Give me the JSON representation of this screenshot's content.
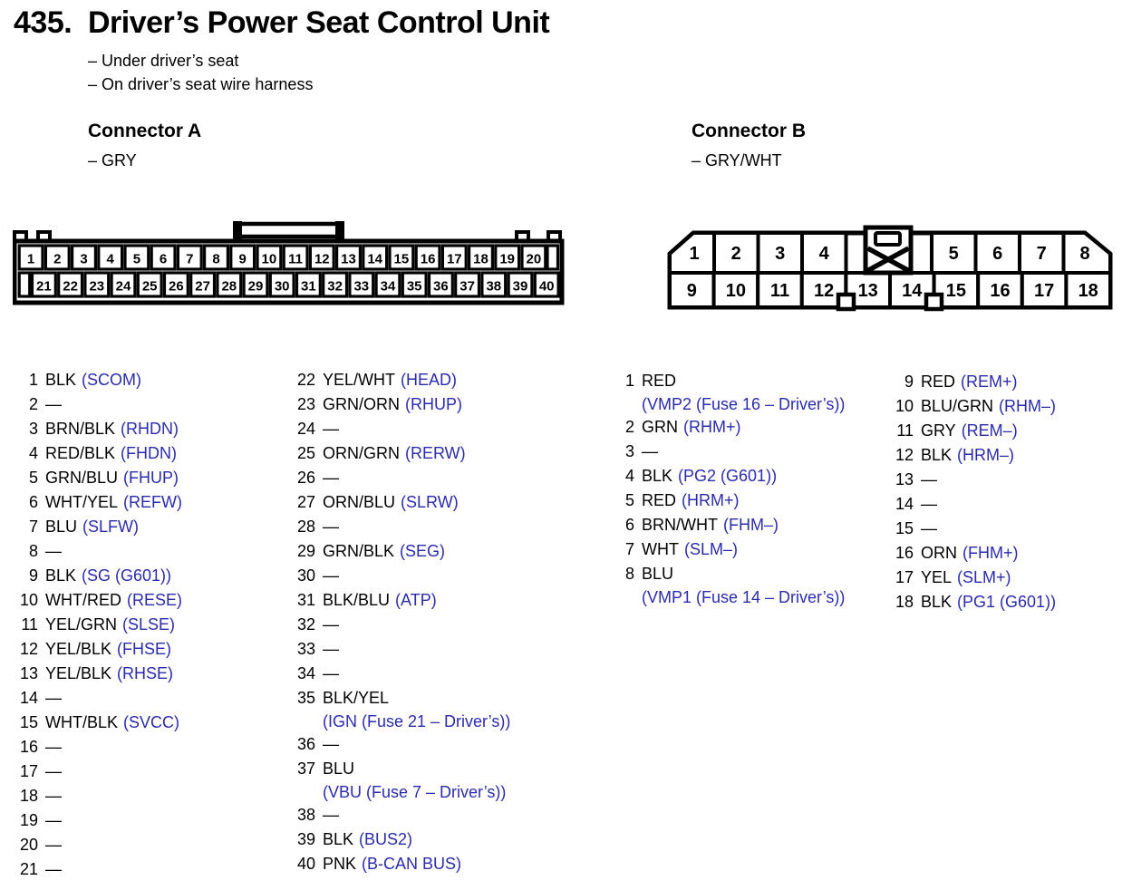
{
  "page": {
    "section_number": "435.",
    "title": "Driver’s Power Seat Control Unit",
    "locations": [
      "– Under driver’s seat",
      "– On driver’s seat wire harness"
    ]
  },
  "colors": {
    "signal_blue": "#2b2baf",
    "ink_black": "#000000",
    "paper_white": "#ffffff"
  },
  "connector_a": {
    "label": "Connector A",
    "color_note": "– GRY",
    "diagram": {
      "top_row_pins": [
        1,
        2,
        3,
        4,
        5,
        6,
        7,
        8,
        9,
        10,
        11,
        12,
        13,
        14,
        15,
        16,
        17,
        18,
        19,
        20
      ],
      "bottom_row_pins": [
        21,
        22,
        23,
        24,
        25,
        26,
        27,
        28,
        29,
        30,
        31,
        32,
        33,
        34,
        35,
        36,
        37,
        38,
        39,
        40
      ]
    },
    "pins": [
      {
        "pin": "1",
        "wire": "BLK",
        "signal": "(SCOM)"
      },
      {
        "pin": "2",
        "wire": "—"
      },
      {
        "pin": "3",
        "wire": "BRN/BLK",
        "signal": "(RHDN)"
      },
      {
        "pin": "4",
        "wire": "RED/BLK",
        "signal": "(FHDN)"
      },
      {
        "pin": "5",
        "wire": "GRN/BLU",
        "signal": "(FHUP)"
      },
      {
        "pin": "6",
        "wire": "WHT/YEL",
        "signal": "(REFW)"
      },
      {
        "pin": "7",
        "wire": "BLU",
        "signal": "(SLFW)"
      },
      {
        "pin": "8",
        "wire": "—"
      },
      {
        "pin": "9",
        "wire": "BLK",
        "signal": "(SG (G601))"
      },
      {
        "pin": "10",
        "wire": "WHT/RED",
        "signal": "(RESE)"
      },
      {
        "pin": "11",
        "wire": "YEL/GRN",
        "signal": "(SLSE)"
      },
      {
        "pin": "12",
        "wire": "YEL/BLK",
        "signal": "(FHSE)"
      },
      {
        "pin": "13",
        "wire": "YEL/BLK",
        "signal": "(RHSE)"
      },
      {
        "pin": "14",
        "wire": "—"
      },
      {
        "pin": "15",
        "wire": "WHT/BLK",
        "signal": "(SVCC)"
      },
      {
        "pin": "16",
        "wire": "—"
      },
      {
        "pin": "17",
        "wire": "—"
      },
      {
        "pin": "18",
        "wire": "—"
      },
      {
        "pin": "19",
        "wire": "—"
      },
      {
        "pin": "20",
        "wire": "—"
      },
      {
        "pin": "21",
        "wire": "—"
      },
      {
        "pin": "22",
        "wire": "YEL/WHT",
        "signal": "(HEAD)"
      },
      {
        "pin": "23",
        "wire": "GRN/ORN",
        "signal": "(RHUP)"
      },
      {
        "pin": "24",
        "wire": "—"
      },
      {
        "pin": "25",
        "wire": "ORN/GRN",
        "signal": "(RERW)"
      },
      {
        "pin": "26",
        "wire": "—"
      },
      {
        "pin": "27",
        "wire": "ORN/BLU",
        "signal": "(SLRW)"
      },
      {
        "pin": "28",
        "wire": "—"
      },
      {
        "pin": "29",
        "wire": "GRN/BLK",
        "signal": "(SEG)"
      },
      {
        "pin": "30",
        "wire": "—"
      },
      {
        "pin": "31",
        "wire": "BLK/BLU",
        "signal": "(ATP)"
      },
      {
        "pin": "32",
        "wire": "—"
      },
      {
        "pin": "33",
        "wire": "—"
      },
      {
        "pin": "34",
        "wire": "—"
      },
      {
        "pin": "35",
        "wire": "BLK/YEL",
        "signal": "(IGN (Fuse 21 – Driver’s))",
        "wrap": true
      },
      {
        "pin": "36",
        "wire": "—"
      },
      {
        "pin": "37",
        "wire": "BLU",
        "signal": "(VBU (Fuse 7 – Driver’s))",
        "wrap": true
      },
      {
        "pin": "38",
        "wire": "—"
      },
      {
        "pin": "39",
        "wire": "BLK",
        "signal": "(BUS2)"
      },
      {
        "pin": "40",
        "wire": "PNK",
        "signal": "(B-CAN BUS)"
      }
    ]
  },
  "connector_b": {
    "label": "Connector B",
    "color_note": "– GRY/WHT",
    "diagram": {
      "top_row_left_pins": [
        1,
        2,
        3,
        4
      ],
      "top_row_right_pins": [
        5,
        6,
        7,
        8
      ],
      "bottom_row_pins": [
        9,
        10,
        11,
        12,
        13,
        14,
        15,
        16,
        17,
        18
      ],
      "keyway": "blocked-cavity-x"
    },
    "pins": [
      {
        "pin": "1",
        "wire": "RED",
        "signal": "(VMP2 (Fuse 16 – Driver’s))",
        "wrap": true
      },
      {
        "pin": "2",
        "wire": "GRN",
        "signal": "(RHM+)"
      },
      {
        "pin": "3",
        "wire": "—"
      },
      {
        "pin": "4",
        "wire": "BLK",
        "signal": "(PG2 (G601))"
      },
      {
        "pin": "5",
        "wire": "RED",
        "signal": "(HRM+)"
      },
      {
        "pin": "6",
        "wire": "BRN/WHT",
        "signal": "(FHM–)"
      },
      {
        "pin": "7",
        "wire": "WHT",
        "signal": "(SLM–)"
      },
      {
        "pin": "8",
        "wire": "BLU",
        "signal": "(VMP1 (Fuse 14 – Driver’s))",
        "wrap": true
      },
      {
        "pin": "9",
        "wire": "RED",
        "signal": "(REM+)"
      },
      {
        "pin": "10",
        "wire": "BLU/GRN",
        "signal": "(RHM–)"
      },
      {
        "pin": "11",
        "wire": "GRY",
        "signal": "(REM–)"
      },
      {
        "pin": "12",
        "wire": "BLK",
        "signal": "(HRM–)"
      },
      {
        "pin": "13",
        "wire": "—"
      },
      {
        "pin": "14",
        "wire": "—"
      },
      {
        "pin": "15",
        "wire": "—"
      },
      {
        "pin": "16",
        "wire": "ORN",
        "signal": "(FHM+)"
      },
      {
        "pin": "17",
        "wire": "YEL",
        "signal": "(SLM+)"
      },
      {
        "pin": "18",
        "wire": "BLK",
        "signal": "(PG1 (G601))"
      }
    ]
  }
}
